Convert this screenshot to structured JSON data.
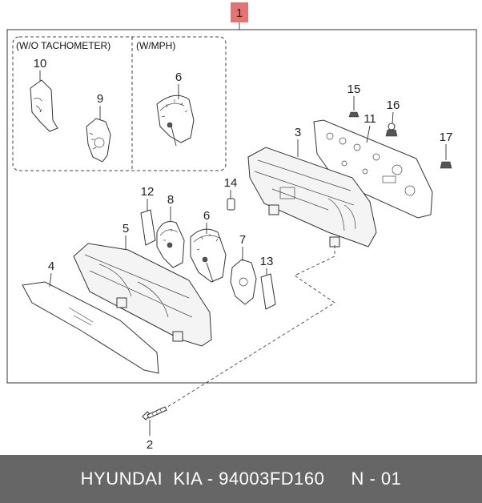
{
  "diagram": {
    "groups": {
      "wo_tachometer": "(W/O TACHOMETER)",
      "w_mph": "(W/MPH)"
    },
    "callouts": {
      "c1": "1",
      "c2": "2",
      "c3": "3",
      "c4": "4",
      "c5": "5",
      "c6a": "6",
      "c6b": "6",
      "c7": "7",
      "c8": "8",
      "c9": "9",
      "c10": "10",
      "c11": "11",
      "c12": "12",
      "c13": "13",
      "c14": "14",
      "c15": "15",
      "c16": "16",
      "c17": "17"
    },
    "colors": {
      "callout_1_badge": "#e57373",
      "footer_bg": "#666666",
      "footer_text": "#ffffff"
    }
  },
  "footer": {
    "text": "HYUNDAI  KIA - 94003FD160     N - 01"
  }
}
